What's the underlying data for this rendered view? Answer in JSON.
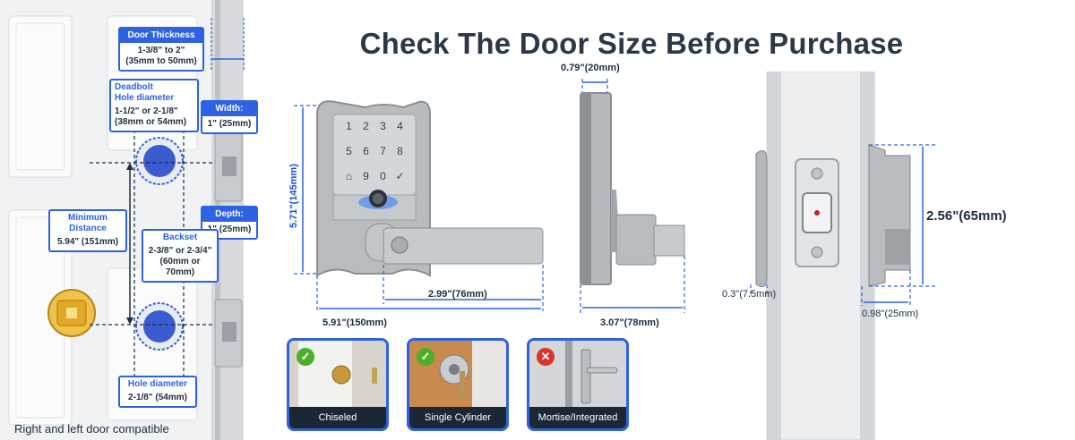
{
  "title": "Check The Door Size Before Purchase",
  "footer_note": "Right and left door compatible",
  "door_labels": {
    "door_thickness": {
      "heading": "Door Thickness",
      "value_line1": "1-3/8\" to 2\"",
      "value_line2": "(35mm to 50mm)"
    },
    "deadbolt_hole": {
      "heading_line1": "Deadbolt",
      "heading_line2": "Hole diameter",
      "value_line1": "1-1/2\" or 2-1/8\"",
      "value_line2": "(38mm or 54mm)"
    },
    "width": {
      "heading": "Width:",
      "value": "1\" (25mm)"
    },
    "depth": {
      "heading": "Depth:",
      "value": "1\" (25mm)"
    },
    "minimum_distance": {
      "heading": "Minimum Distance",
      "value": "5.94\" (151mm)"
    },
    "backset": {
      "heading": "Backset",
      "value_line1": "2-3/8\" or 2-3/4\"",
      "value_line2": "(60mm or 70mm)"
    },
    "hole_diameter": {
      "heading": "Hole diameter",
      "value": "2-1/8\" (54mm)"
    }
  },
  "front_view": {
    "height": "5.71\"(145mm)",
    "width": "5.91\"(150mm)",
    "handle_length": "2.99\"(76mm)",
    "keypad_keys": [
      "1",
      "2",
      "3",
      "4",
      "5",
      "6",
      "7",
      "8",
      "",
      "9",
      "0",
      ""
    ]
  },
  "side_view": {
    "thickness": "0.79\"(20mm)",
    "depth": "3.07\"(78mm)"
  },
  "back_view": {
    "height": "2.56\"(65mm)",
    "plate_thickness": "0.3\"(7.5mm)",
    "depth": "0.98\"(25mm)"
  },
  "compatibility": [
    {
      "label": "Chiseled",
      "status": "yes"
    },
    {
      "label": "Single Cylinder",
      "status": "yes"
    },
    {
      "label": "Mortise/Integrated",
      "status": "no"
    }
  ],
  "colors": {
    "accent": "#2f62e0",
    "dimension_line": "#2f62e0",
    "yes": "#4caf2a",
    "no": "#d9342b",
    "caption_bg": "#1c2736"
  }
}
